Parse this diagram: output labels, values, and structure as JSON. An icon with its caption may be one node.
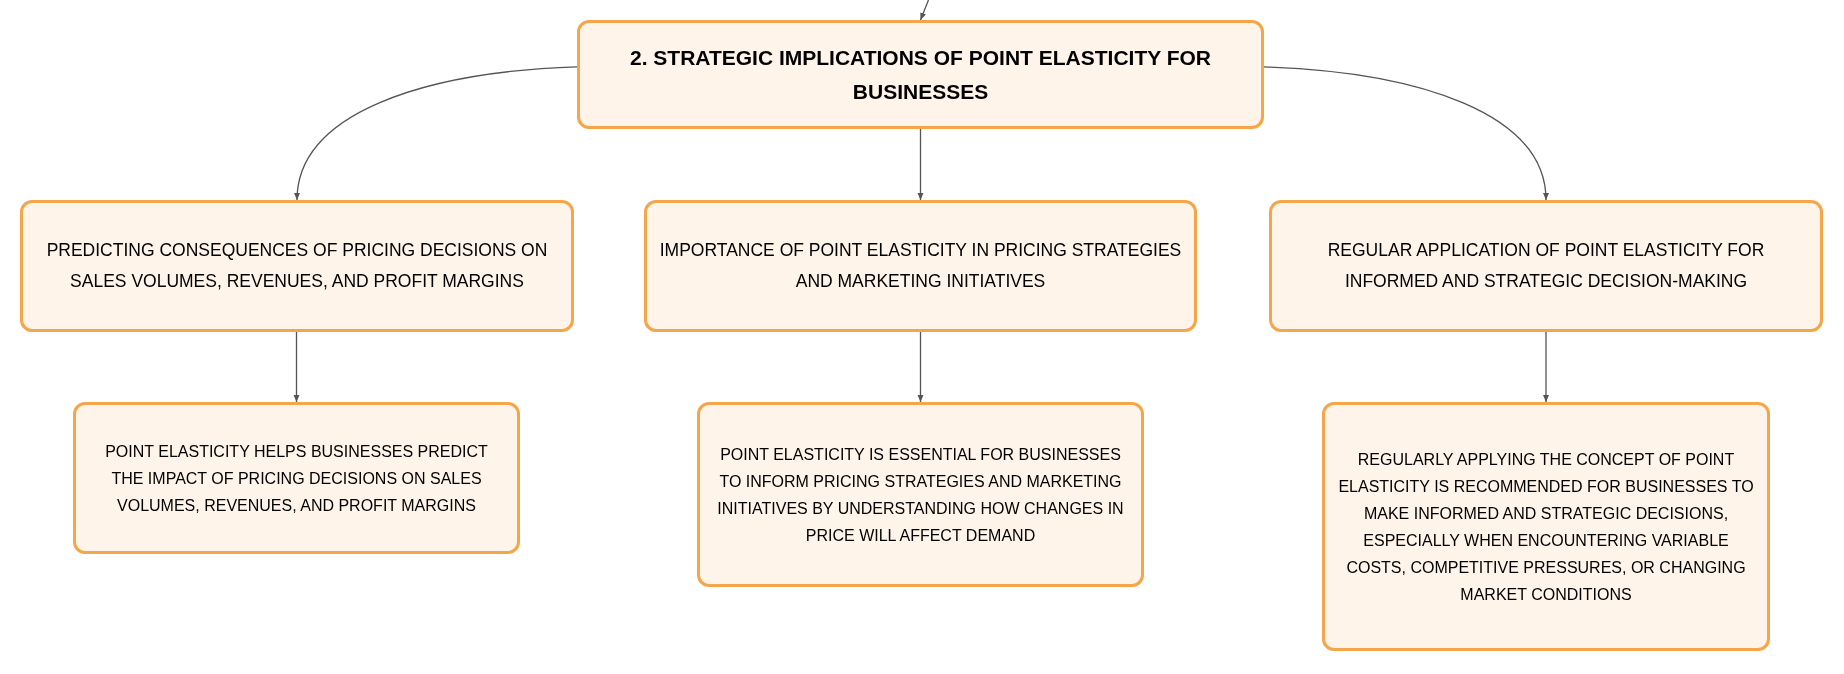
{
  "diagram": {
    "nodes": [
      {
        "text": [
          "2. STRATEGIC IMPLICATIONS OF POINT ELASTICITY FOR BUSINESSES"
        ]
      },
      {
        "text": [
          "PREDICTING CONSEQUENCES OF PRICING DECISIONS ON SALES VOLUMES, REVENUES, AND PROFIT MARGINS"
        ]
      },
      {
        "text": [
          "IMPORTANCE OF POINT ELASTICITY IN PRICING STRATEGIES AND MARKETING INITIATIVES"
        ]
      },
      {
        "text": [
          "REGULAR APPLICATION OF POINT ELASTICITY FOR INFORMED AND STRATEGIC DECISION-MAKING"
        ]
      },
      {
        "text": [
          "POINT ELASTICITY HELPS BUSINESSES PREDICT THE IMPACT OF PRICING DECISIONS ON SALES VOLUMES, REVENUES, AND PROFIT MARGINS"
        ]
      },
      {
        "text": [
          "POINT ELASTICITY IS ESSENTIAL FOR BUSINESSES TO INFORM PRICING STRATEGIES AND MARKETING INITIATIVES BY UNDERSTANDING HOW CHANGES IN PRICE WILL AFFECT DEMAND"
        ]
      },
      {
        "text": [
          "REGULARLY APPLYING THE CONCEPT OF POINT ELASTICITY IS RECOMMENDED FOR BUSINESSES TO MAKE INFORMED AND STRATEGIC DECISIONS, ESPECIALLY WHEN ENCOUNTERING VARIABLE COSTS, COMPETITIVE PRESSURES, OR CHANGING MARKET CONDITIONS"
        ]
      }
    ],
    "edges": [
      {
        "from": null,
        "to": 0,
        "arrow": "to"
      },
      {
        "from": 0,
        "to": 1,
        "arrow": "to"
      },
      {
        "from": 0,
        "to": 2,
        "arrow": "to"
      },
      {
        "from": 0,
        "to": 3,
        "arrow": "to"
      },
      {
        "from": 1,
        "to": 4,
        "arrow": "to"
      },
      {
        "from": 2,
        "to": 5,
        "arrow": "to"
      },
      {
        "from": 3,
        "to": 6,
        "arrow": "to"
      }
    ]
  }
}
